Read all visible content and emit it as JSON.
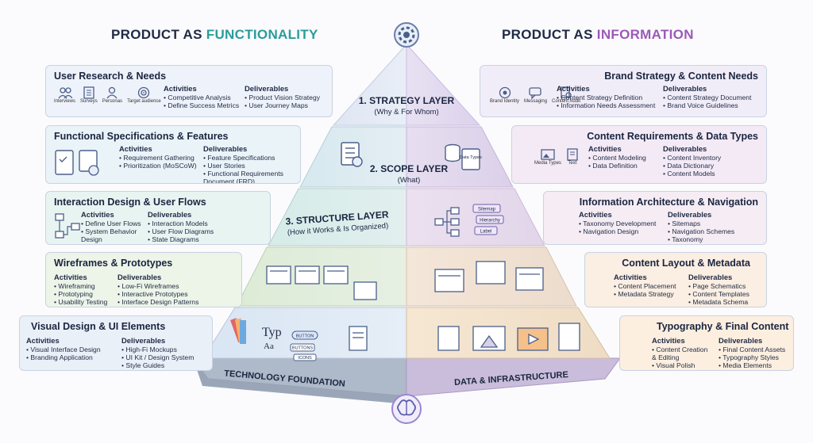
{
  "headers": {
    "left_prefix": "PRODUCT AS ",
    "left_accent": "FUNCTIONALITY",
    "right_prefix": "PRODUCT AS ",
    "right_accent": "INFORMATION",
    "left_accent_color": "#2a9d9a",
    "right_accent_color": "#9b59b6"
  },
  "layers": [
    {
      "title": "1. STRATEGY LAYER",
      "subtitle": "(Why & For Whom)"
    },
    {
      "title": "2. SCOPE LAYER",
      "subtitle": "(What)"
    },
    {
      "title": "3. STRUCTURE LAYER",
      "subtitle": "(How it Works & Is Organized)"
    }
  ],
  "base": {
    "left": "TECHNOLOGY FOUNDATION",
    "right": "DATA & INFRASTRUCTURE"
  },
  "left_panels": [
    {
      "title": "User Research & Needs",
      "icons": [
        "Interviews",
        "Surveys",
        "Personas",
        "Target audience"
      ],
      "activities_label": "Activities",
      "activities": [
        "• Competitive Analysis",
        "• Define Success Metrics"
      ],
      "deliverables_label": "Deliverables",
      "deliverables": [
        "• Product Vision Strategy",
        "• User Journey Maps"
      ]
    },
    {
      "title": "Functional Specifications & Features",
      "activities_label": "Activities",
      "activities": [
        "• Requirement Gathering",
        "• Prioritization (MoSCoW)"
      ],
      "deliverables_label": "Deliverables",
      "deliverables": [
        "• Feature Specifications",
        "• User Stories",
        "• Functional Requirements",
        "  Document (FRD)"
      ]
    },
    {
      "title": "Interaction Design & User Flows",
      "activities_label": "Activities",
      "activities": [
        "• Define User Flows",
        "• System Behavior",
        "  Design"
      ],
      "deliverables_label": "Deliverables",
      "deliverables": [
        "• Interaction Models",
        "• User Flow Diagrams",
        "• State Diagrams"
      ]
    },
    {
      "title": "Wireframes & Prototypes",
      "activities_label": "Activities",
      "activities": [
        "• Wireframing",
        "• Prototyping",
        "• Usability Testing"
      ],
      "deliverables_label": "Deliverables",
      "deliverables": [
        "• Low-Fi Wireframes",
        "• Interactive Prototypes",
        "• Interface Design Patterns"
      ]
    },
    {
      "title": "Visual Design & UI Elements",
      "activities_label": "Activities",
      "activities": [
        "• Visual Interface Design",
        "• Branding Application"
      ],
      "deliverables_label": "Deliverables",
      "deliverables": [
        "• High-Fi Mockups",
        "• UI Kit / Design System",
        "• Style Guides"
      ]
    }
  ],
  "right_panels": [
    {
      "title": "Brand Strategy & Content Needs",
      "icons": [
        "Brand Identity",
        "Messaging",
        "Content Audit"
      ],
      "activities_label": "Activities",
      "activities": [
        "• Content Strategy Definition",
        "• Information Needs Assessment"
      ],
      "deliverables_label": "Deliverables",
      "deliverables": [
        "• Content Strategy Document",
        "• Brand Voice Guidelines"
      ]
    },
    {
      "title": "Content Requirements & Data Types",
      "icons": [
        "Media Types",
        "Text"
      ],
      "activities_label": "Activities",
      "activities": [
        "• Content Modeling",
        "• Data Definition"
      ],
      "deliverables_label": "Deliverables",
      "deliverables": [
        "• Content Inventory",
        "• Data Dictionary",
        "• Content Models"
      ]
    },
    {
      "title": "Information Architecture & Navigation",
      "activities_label": "Activities",
      "activities": [
        "• Taxonomy Development",
        "• Navigation Design"
      ],
      "deliverables_label": "Deliverables",
      "deliverables": [
        "• Sitemaps",
        "• Navigation Schemes",
        "• Taxonomy"
      ]
    },
    {
      "title": "Content Layout & Metadata",
      "activities_label": "Activities",
      "activities": [
        "• Content Placement",
        "• Metadata Strategy"
      ],
      "deliverables_label": "Deliverables",
      "deliverables": [
        "• Page Schematics",
        "• Content Templates",
        "• Metadata Schema"
      ]
    },
    {
      "title": "Typography & Final Content",
      "activities_label": "Activities",
      "activities": [
        "• Content Creation",
        "  & Editing",
        "• Visual Polish"
      ],
      "deliverables_label": "Deliverables",
      "deliverables": [
        "• Final Content Assets",
        "• Typography Styles",
        "• Media Elements"
      ]
    }
  ],
  "pyramid_labels": {
    "scope_doc": "Data Types",
    "structure_tags": [
      "Sitemap",
      "Hierarchy",
      "Label"
    ],
    "ui_buttons": [
      "BUTTON",
      "BUTTONS",
      "ICONS"
    ],
    "typ_big": "Typ",
    "typ_small": "Aa"
  }
}
